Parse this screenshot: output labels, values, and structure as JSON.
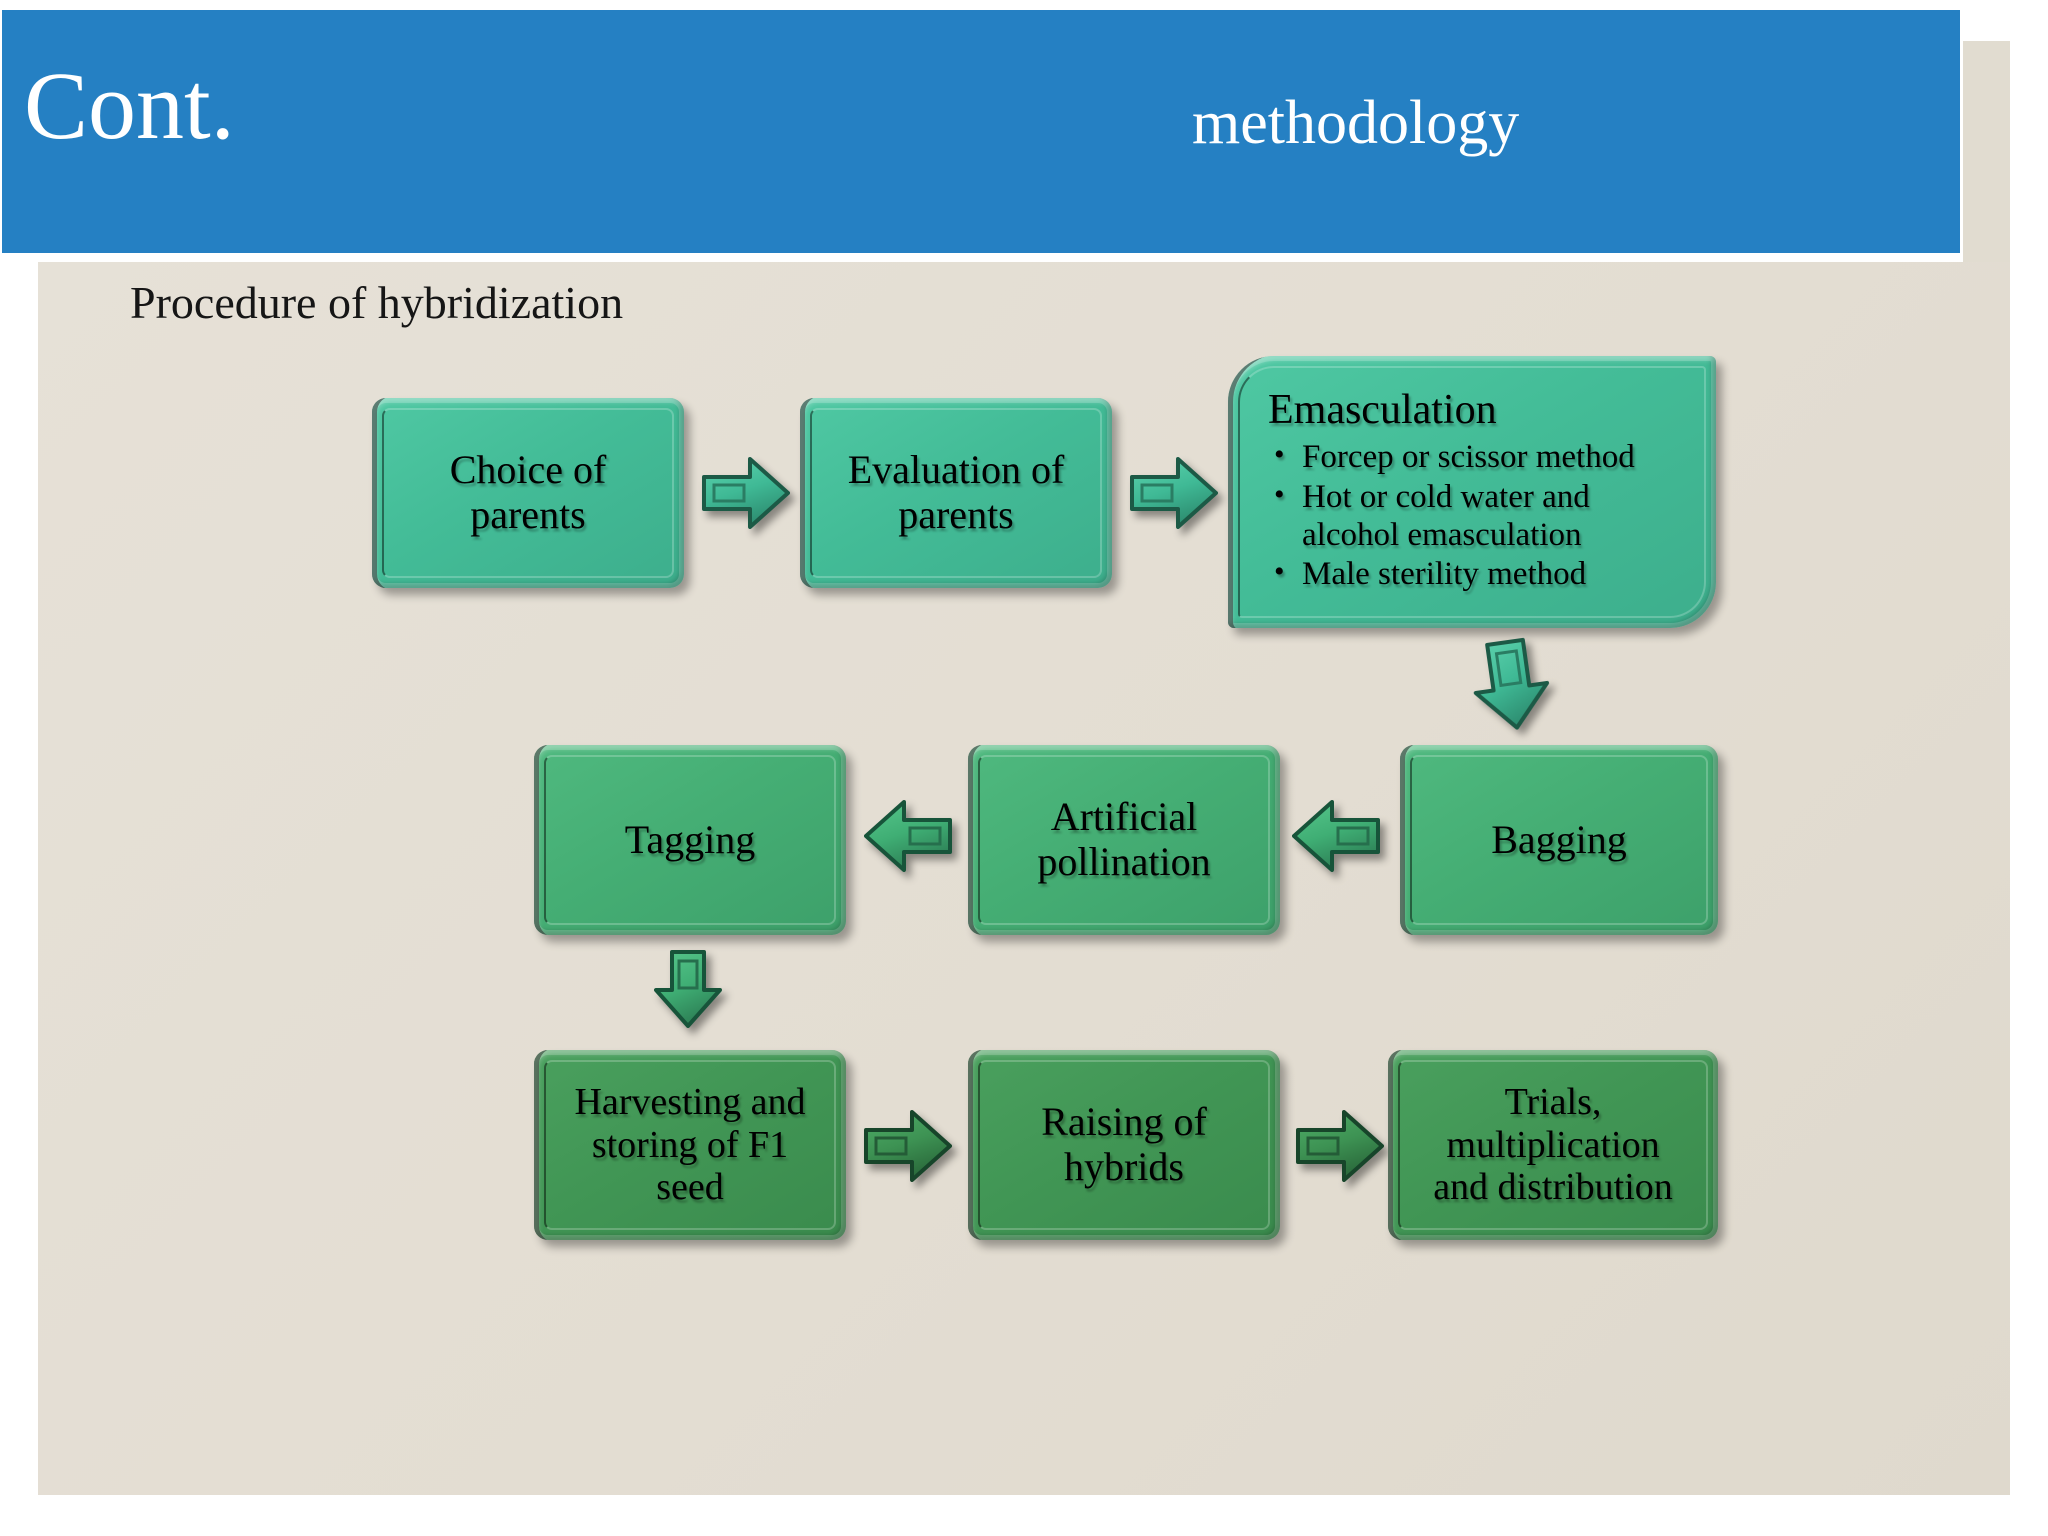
{
  "slide": {
    "title": "Cont.",
    "subtitle": "methodology",
    "section_heading": "Procedure of hybridization",
    "colors": {
      "header_blue": "#2580C3",
      "body_beige": "#E3DED4",
      "accent_strip": "#E1DCD0",
      "box_teal": "#43BC97",
      "box_mid_green": "#45AE74",
      "box_dark_green": "#419655",
      "text_dark": "#000000",
      "text_light": "#FFFFFF"
    }
  },
  "flow": {
    "nodes": [
      {
        "id": "choice-of-parents",
        "label": "Choice of\nparents"
      },
      {
        "id": "evaluation-of-parents",
        "label": "Evaluation of\nparents"
      },
      {
        "id": "emasculation",
        "label": "Emasculation",
        "bullets": [
          "Forcep or scissor method",
          "Hot or cold water and alcohol  emasculation",
          "Male sterility method"
        ]
      },
      {
        "id": "bagging",
        "label": "Bagging"
      },
      {
        "id": "artificial-pollination",
        "label": "Artificial\npollination"
      },
      {
        "id": "tagging",
        "label": "Tagging"
      },
      {
        "id": "harvesting-storing-f1",
        "label": "Harvesting and\nstoring of F1\nseed"
      },
      {
        "id": "raising-of-hybrids",
        "label": "Raising of\nhybrids"
      },
      {
        "id": "trials-multiplication",
        "label": "Trials,\nmultiplication\nand distribution"
      }
    ],
    "connectors": [
      {
        "id": "arrow-choice-to-evaluation",
        "direction": "right",
        "icon": "arrow-right-icon"
      },
      {
        "id": "arrow-evaluation-to-emasculation",
        "direction": "right",
        "icon": "arrow-right-icon"
      },
      {
        "id": "arrow-emasculation-to-bagging",
        "direction": "down",
        "icon": "arrow-down-icon"
      },
      {
        "id": "arrow-bagging-to-pollination",
        "direction": "left",
        "icon": "arrow-left-icon"
      },
      {
        "id": "arrow-pollination-to-tagging",
        "direction": "left",
        "icon": "arrow-left-icon"
      },
      {
        "id": "arrow-tagging-to-harvesting",
        "direction": "down",
        "icon": "arrow-down-icon"
      },
      {
        "id": "arrow-harvesting-to-raising",
        "direction": "right",
        "icon": "arrow-right-icon"
      },
      {
        "id": "arrow-raising-to-trials",
        "direction": "right",
        "icon": "arrow-right-icon"
      }
    ]
  }
}
